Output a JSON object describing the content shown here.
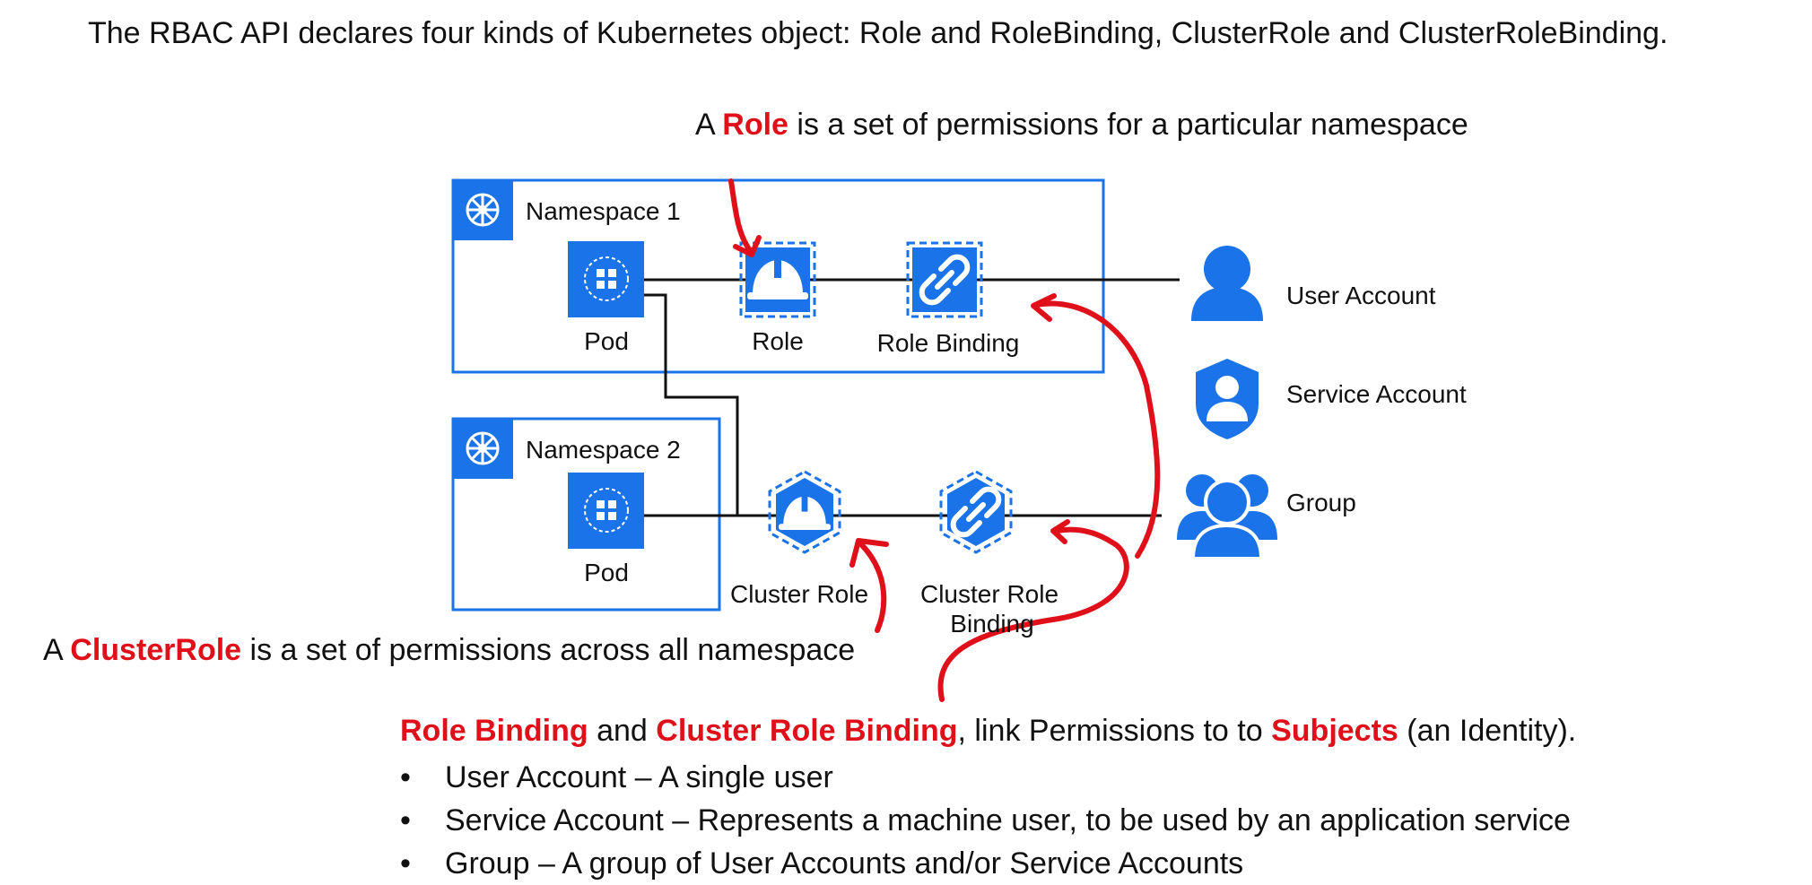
{
  "title": "The RBAC API declares four kinds of Kubernetes object: Role and RoleBinding, ClusterRole and ClusterRoleBinding.",
  "role_caption": {
    "prefix": "A",
    "highlight": "Role",
    "suffix": "is a set of permissions for a particular namespace"
  },
  "clusterrole_caption": {
    "prefix": "A",
    "highlight": "ClusterRole",
    "suffix": "is a set of permissions across all namespace"
  },
  "binding_line": {
    "part1": "Role Binding",
    "part2": "and",
    "part3": "Cluster Role Binding",
    "part4": ", link Permissions to to",
    "part5": "Subjects",
    "part6": "(an Identity)."
  },
  "bullets": [
    "User Account – A single user",
    "Service Account – Represents a machine user, to be used by an application service",
    "Group – A group of User Accounts and/or Service Accounts"
  ],
  "diagram": {
    "namespace1": "Namespace 1",
    "namespace2": "Namespace 2",
    "pod1": "Pod",
    "pod2": "Pod",
    "role": "Role",
    "role_binding": "Role Binding",
    "cluster_role": "Cluster Role",
    "cluster_role_binding_line1": "Cluster Role",
    "cluster_role_binding_line2": "Binding",
    "user_account": "User Account",
    "service_account": "Service Account",
    "group": "Group"
  },
  "colors": {
    "accent_blue": "#1a73e8",
    "highlight_red": "#e0101a",
    "line": "#111111"
  }
}
